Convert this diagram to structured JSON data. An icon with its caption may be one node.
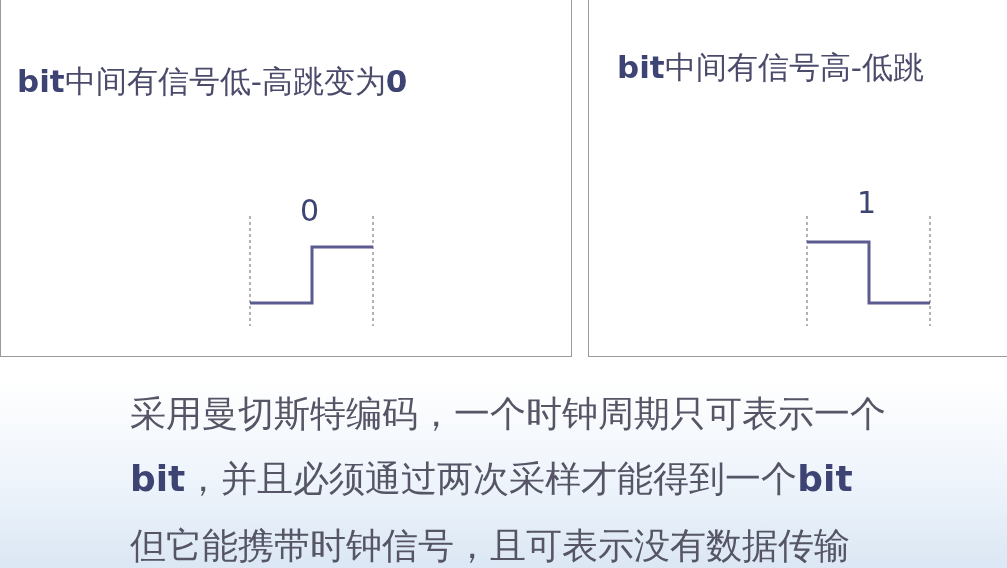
{
  "diagram": {
    "nodes": [
      {
        "text": [
          "**bit**中间有信号低-高跳变为**0**"
        ]
      },
      {
        "text": [
          "**bit**中间有信号高-低跳"
        ]
      }
    ],
    "labels": [
      "0",
      "1",
      "采用曼切斯特编码，一个时钟周期只可表示一个",
      "**bit**，并且必须通过两次采样才能得到一个**bit**",
      "但它能携带时钟信号，且可表示没有数据传输"
    ]
  }
}
